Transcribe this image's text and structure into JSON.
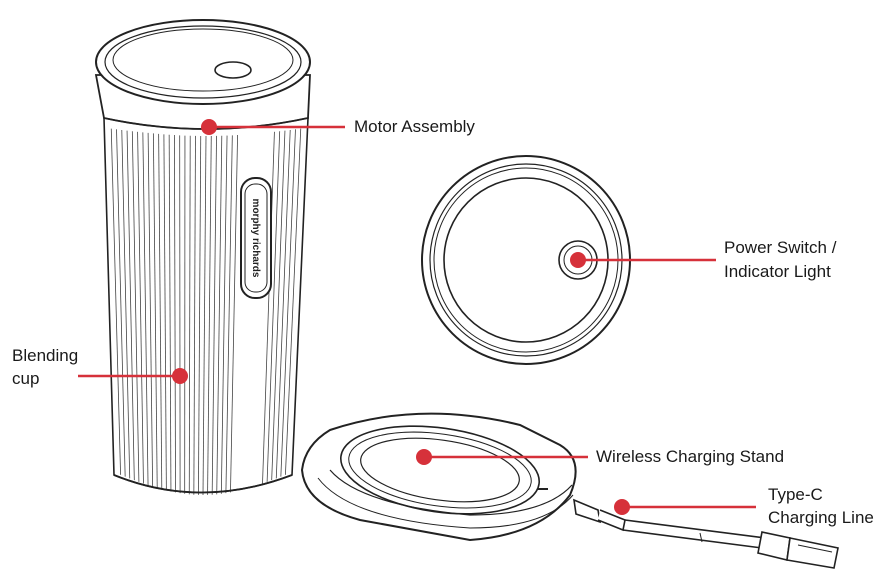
{
  "labels": {
    "motor": "Motor Assembly",
    "power_line1": "Power Switch /",
    "power_line2": "Indicator Light",
    "cup_line1": "Blending",
    "cup_line2": "cup",
    "stand": "Wireless Charging Stand",
    "cable_line1": "Type-C",
    "cable_line2": "Charging Line"
  },
  "brand_text": "morphy richards",
  "colors": {
    "callout": "#d6313a",
    "outline": "#222222"
  },
  "icons": {
    "callout_marker": "red-dot"
  }
}
